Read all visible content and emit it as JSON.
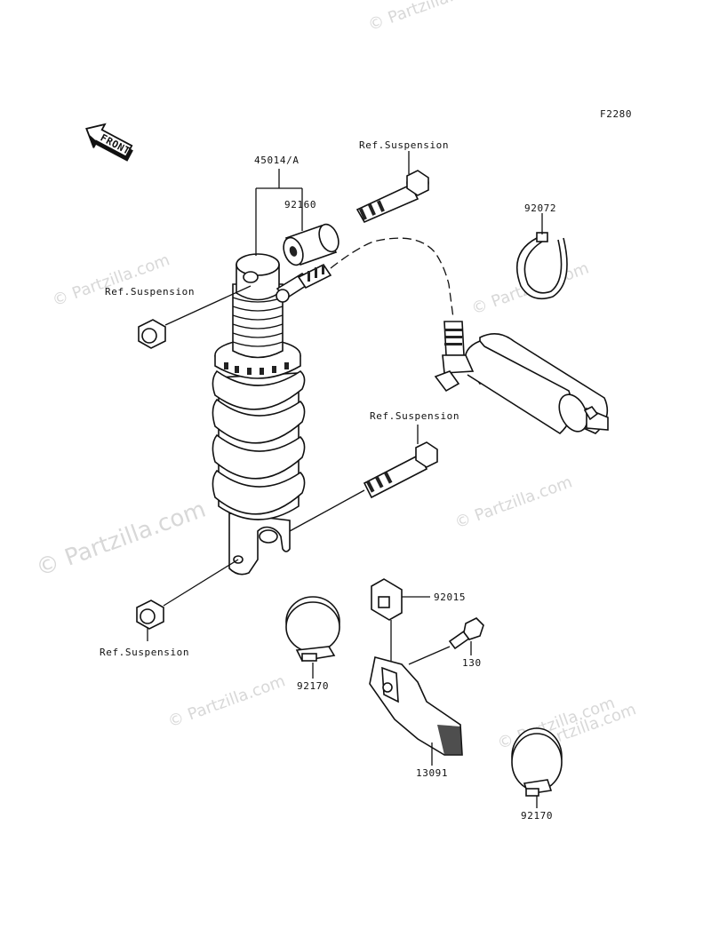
{
  "diagram": {
    "figure_code": "F2280",
    "front_label": "FRONT",
    "watermark_large": "© Partzilla.com",
    "watermark_small": "© Partzilla.com",
    "callouts": {
      "shock_assembly": "45014/A",
      "collar": "92160",
      "upper_bolt_ref": "Ref.Suspension",
      "upper_nut_ref": "Ref.Suspension",
      "band_reservoir": "92072",
      "lower_bolt_ref": "Ref.Suspension",
      "lower_nut_ref": "Ref.Suspension",
      "clip": "92015",
      "bolt": "130",
      "clamp_left": "92170",
      "cover": "13091",
      "clamp_right": "92170"
    }
  }
}
